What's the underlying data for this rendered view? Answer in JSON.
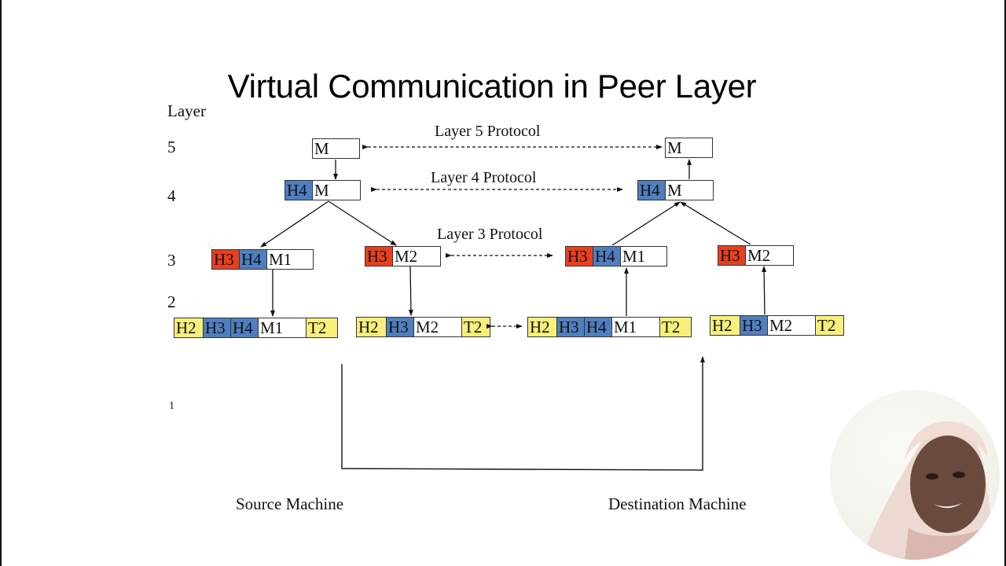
{
  "slide": {
    "title": "Virtual Communication in Peer Layer",
    "layer_axis_label": "Layer",
    "layer_numbers": [
      "5",
      "4",
      "3",
      "2",
      "1"
    ],
    "protocols": [
      "Layer 5 Protocol",
      "Layer 4 Protocol",
      "Layer 3 Protocol"
    ],
    "machines": {
      "source": "Source Machine",
      "destination": "Destination Machine"
    },
    "colors": {
      "H2": "#f8f07a",
      "H3": "#e8401c",
      "H4": "#4f7fc0",
      "M": "#ffffff",
      "T2": "#f8f07a"
    },
    "source": {
      "l5": [
        {
          "t": "M",
          "c": "M"
        }
      ],
      "l4": [
        {
          "t": "H4",
          "c": "H4"
        },
        {
          "t": "M",
          "c": "M"
        }
      ],
      "l3a": [
        {
          "t": "H3",
          "c": "H3"
        },
        {
          "t": "H4",
          "c": "H4"
        },
        {
          "t": "M1",
          "c": "M"
        }
      ],
      "l3b": [
        {
          "t": "H3",
          "c": "H3"
        },
        {
          "t": "M2",
          "c": "M"
        }
      ],
      "l2a": [
        {
          "t": "H2",
          "c": "H2"
        },
        {
          "t": "H3",
          "c": "H4"
        },
        {
          "t": "H4",
          "c": "H4"
        },
        {
          "t": "M1",
          "c": "M"
        },
        {
          "t": "T2",
          "c": "T2"
        }
      ],
      "l2b": [
        {
          "t": "H2",
          "c": "H2"
        },
        {
          "t": "H3",
          "c": "H4"
        },
        {
          "t": "M2",
          "c": "M"
        },
        {
          "t": "T2",
          "c": "T2"
        }
      ]
    },
    "destination": {
      "l5": [
        {
          "t": "M",
          "c": "M"
        }
      ],
      "l4": [
        {
          "t": "H4",
          "c": "H4"
        },
        {
          "t": "M",
          "c": "M"
        }
      ],
      "l3a": [
        {
          "t": "H3",
          "c": "H3"
        },
        {
          "t": "H4",
          "c": "H4"
        },
        {
          "t": "M1",
          "c": "M"
        }
      ],
      "l3b": [
        {
          "t": "H3",
          "c": "H3"
        },
        {
          "t": "M2",
          "c": "M"
        }
      ],
      "l2a": [
        {
          "t": "H2",
          "c": "H2"
        },
        {
          "t": "H3",
          "c": "H4"
        },
        {
          "t": "H4",
          "c": "H4"
        },
        {
          "t": "M1",
          "c": "M"
        },
        {
          "t": "T2",
          "c": "T2"
        }
      ],
      "l2b": [
        {
          "t": "H2",
          "c": "H2"
        },
        {
          "t": "H3",
          "c": "H4"
        },
        {
          "t": "M2",
          "c": "M"
        },
        {
          "t": "T2",
          "c": "T2"
        }
      ]
    }
  },
  "presenter": {
    "label": "presenter webcam"
  }
}
